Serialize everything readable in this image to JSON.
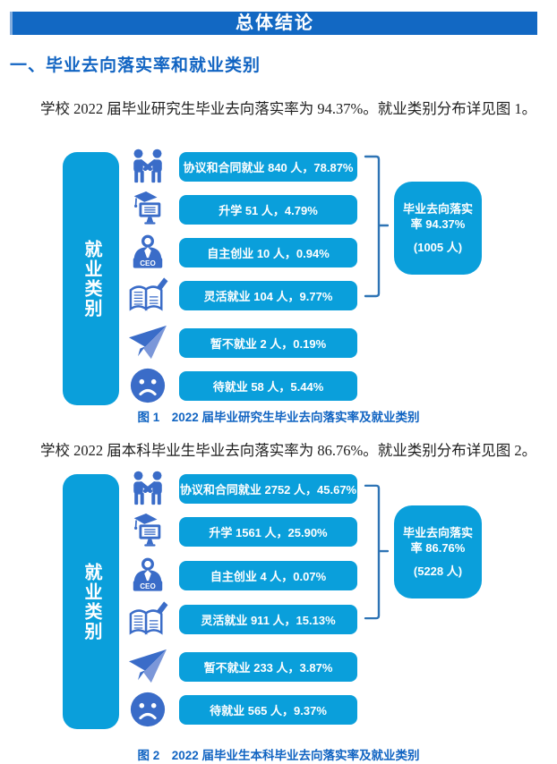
{
  "banner": {
    "title": "总体结论"
  },
  "section": {
    "heading": "一、毕业去向落实率和就业类别"
  },
  "paragraphs": {
    "p1": "学校 2022 届毕业研究生毕业去向落实率为 94.37%。就业类别分布详见图 1。",
    "p2": "学校 2022 届本科毕业生毕业去向落实率为 86.76%。就业类别分布详见图 2。"
  },
  "icons": {
    "ceo_text": "CEO"
  },
  "colors": {
    "banner_blue": "#1268c3",
    "heading_blue": "#1164c2",
    "bar_cyan": "#0a9fdb",
    "icon_blue": "#3a6cc8",
    "brace_blue": "#2e74b5"
  },
  "figure1": {
    "side_label": "就业类别",
    "rows": [
      {
        "icon": "handshake-icon",
        "category": "协议和合同就业",
        "count": 840,
        "percent": "78.87%",
        "label": "协议和合同就业 840 人，78.87%"
      },
      {
        "icon": "graduation-icon",
        "category": "升学",
        "count": 51,
        "percent": "4.79%",
        "label": "升学 51 人，4.79%"
      },
      {
        "icon": "ceo-icon",
        "category": "自主创业",
        "count": 10,
        "percent": "0.94%",
        "label": "自主创业 10 人，0.94%"
      },
      {
        "icon": "book-pencil-icon",
        "category": "灵活就业",
        "count": 104,
        "percent": "9.77%",
        "label": "灵活就业 104 人，9.77%"
      },
      {
        "icon": "paper-plane-icon",
        "category": "暂不就业",
        "count": 2,
        "percent": "0.19%",
        "label": "暂不就业 2 人，0.19%"
      },
      {
        "icon": "sad-face-icon",
        "category": "待就业",
        "count": 58,
        "percent": "5.44%",
        "label": "待就业 58 人，5.44%"
      }
    ],
    "bubble": {
      "line1": "毕业去向落实",
      "line2": "率 94.37%",
      "line3": "(1005 人)"
    },
    "caption": "图 1　2022 届毕业研究生毕业去向落实率及就业类别"
  },
  "figure2": {
    "side_label": "就业类别",
    "rows": [
      {
        "icon": "handshake-icon",
        "category": "协议和合同就业",
        "count": 2752,
        "percent": "45.67%",
        "label": "协议和合同就业 2752 人，45.67%"
      },
      {
        "icon": "graduation-icon",
        "category": "升学",
        "count": 1561,
        "percent": "25.90%",
        "label": "升学 1561 人，25.90%"
      },
      {
        "icon": "ceo-icon",
        "category": "自主创业",
        "count": 4,
        "percent": "0.07%",
        "label": "自主创业 4 人，0.07%"
      },
      {
        "icon": "book-pencil-icon",
        "category": "灵活就业",
        "count": 911,
        "percent": "15.13%",
        "label": "灵活就业 911 人，15.13%"
      },
      {
        "icon": "paper-plane-icon",
        "category": "暂不就业",
        "count": 233,
        "percent": "3.87%",
        "label": "暂不就业 233 人，3.87%"
      },
      {
        "icon": "sad-face-icon",
        "category": "待就业",
        "count": 565,
        "percent": "9.37%",
        "label": "待就业 565 人，9.37%"
      }
    ],
    "bubble": {
      "line1": "毕业去向落实",
      "line2": "率 86.76%",
      "line3": "(5228 人)"
    },
    "caption": "图 2　2022 届毕业生本科毕业去向落实率及就业类别"
  }
}
